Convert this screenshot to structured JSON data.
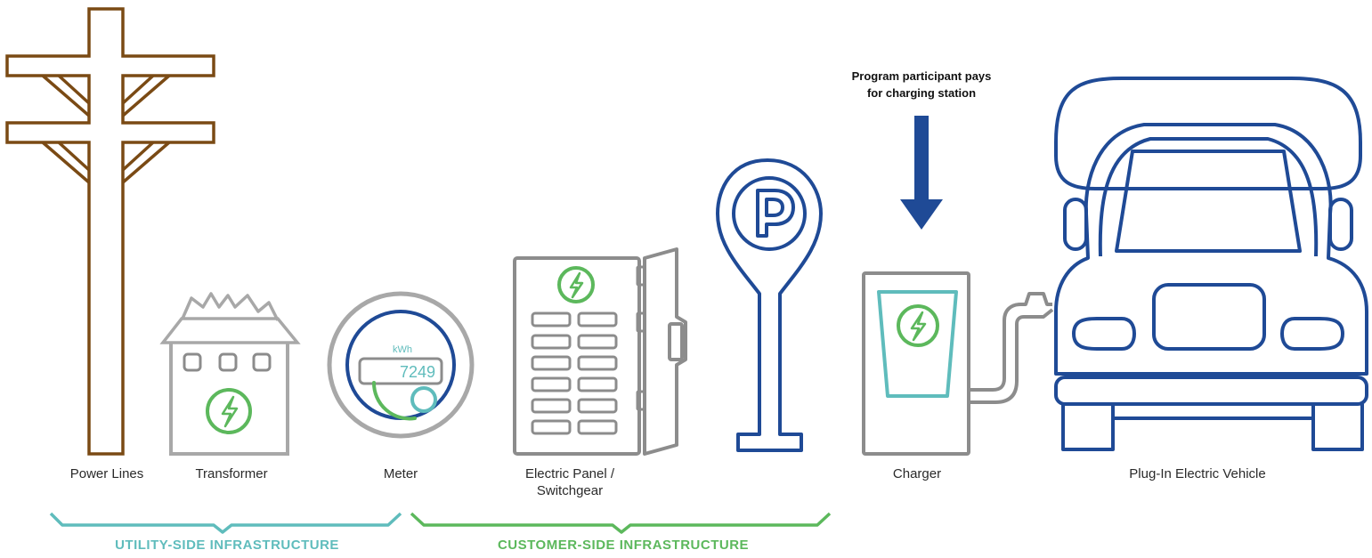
{
  "colors": {
    "pole": "#7a4a14",
    "gray": "#8c8c8c",
    "light_gray": "#a8a8a8",
    "green": "#5cb85c",
    "teal": "#5fbcbc",
    "navy": "#1f4a96"
  },
  "note": {
    "line1": "Program participant pays",
    "line2": "for charging station"
  },
  "meter": {
    "unit": "kWh",
    "reading": "7249"
  },
  "labels": {
    "power_lines": "Power Lines",
    "transformer": "Transformer",
    "meter": "Meter",
    "panel_line1": "Electric Panel /",
    "panel_line2": "Switchgear",
    "charger": "Charger",
    "vehicle": "Plug-In Electric Vehicle"
  },
  "sections": {
    "utility": "UTILITY-SIDE INFRASTRUCTURE",
    "customer": "CUSTOMER-SIDE INFRASTRUCTURE"
  }
}
